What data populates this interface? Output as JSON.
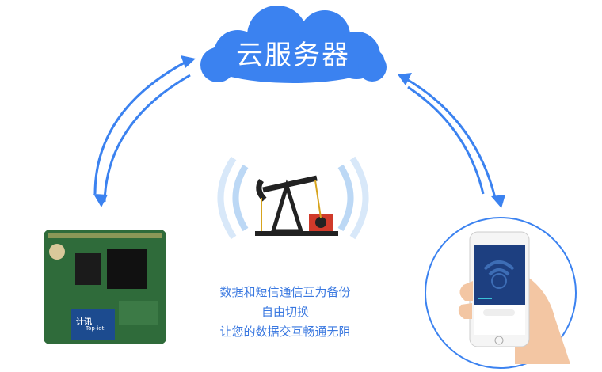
{
  "cloud": {
    "label": "云服务器",
    "color": "#3b82f0"
  },
  "caption": {
    "lines": [
      "数据和短信通信互为备份",
      "自由切换",
      "让您的数据交互畅通无阻"
    ],
    "color": "#3a78e0"
  },
  "board": {
    "logo_text": "计讯",
    "logo_sub": "Top-iot"
  }
}
